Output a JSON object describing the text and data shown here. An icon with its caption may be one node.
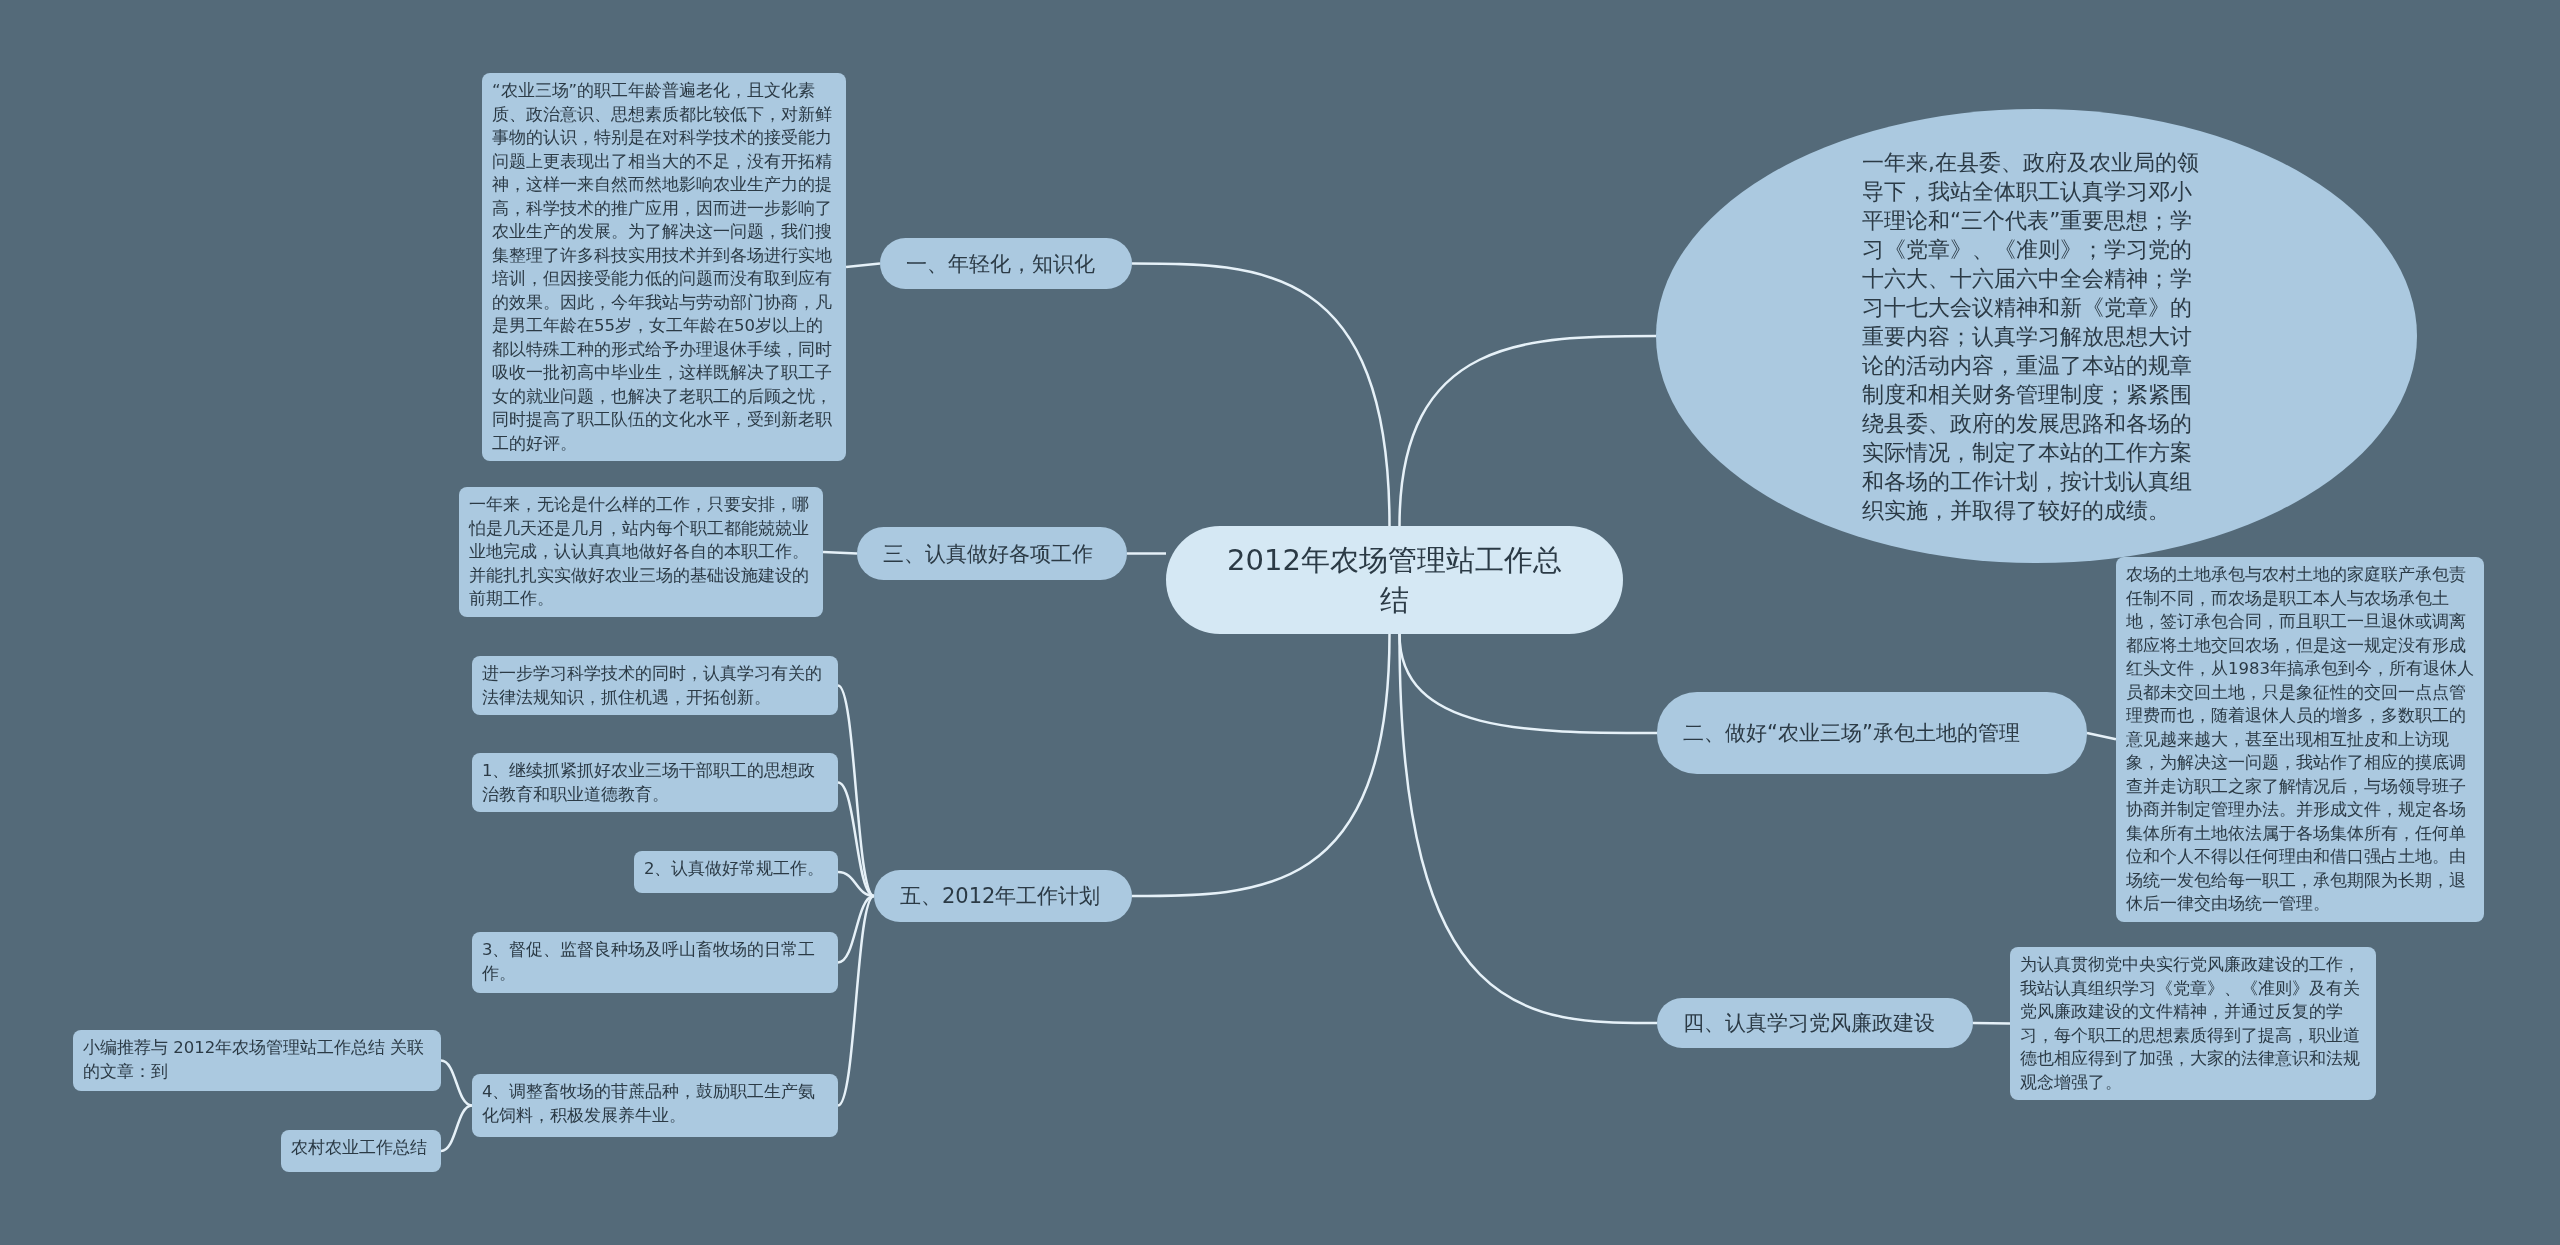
{
  "diagram": {
    "nodes": [
      {
        "text": [
          "2012年农场管理站工作总结"
        ]
      },
      {
        "text": [
          "一、年轻化，知识化"
        ]
      },
      {
        "text": [
          "“农业三场”的职工年龄普遍老化，且文化素质、政治意识、思想素质都比较低下，对新鲜事物的认识，特别是在对科学技术的接受能力问题上更表现出了相当大的不足，没有开拓精神，这样一来自然而然地影响农业生产力的提高，科学技术的推广应用，因而进一步影响了农业生产的发展。为了解决这一问题，我们搜集整理了许多科技实用技术并到各场进行实地培训，但因接受能力低的问题而没有取到应有的效果。因此，今年我站与劳动部门协商，凡是男工年龄在55岁，女工年龄在50岁以上的都以特殊工种的形式给予办理退休手续，同时吸收一批初高中毕业生，这样既解决了职工子女的就业问题，也解决了老职工的后顾之忧，同时提高了职工队伍的文化水平，受到新老职工的好评。"
        ]
      },
      {
        "text": [
          "三、认真做好各项工作"
        ]
      },
      {
        "text": [
          "一年来，无论是什么样的工作，只要安排，哪怕是几天还是几月，站内每个职工都能兢兢业业地完成，认认真真地做好各自的本职工作。并能扎扎实实做好农业三场的基础设施建设的前期工作。"
        ]
      },
      {
        "text": [
          "五、2012年工作计划"
        ]
      },
      {
        "text": [
          "进一步学习科学技术的同时，认真学习有关的法律法规知识，抓住机遇，开拓创新。"
        ]
      },
      {
        "text": [
          "1、继续抓紧抓好农业三场干部职工的思想政治教育和职业道德教育。"
        ]
      },
      {
        "text": [
          "2、认真做好常规工作。"
        ]
      },
      {
        "text": [
          "3、督促、监督良种场及呼山畜牧场的日常工作。"
        ]
      },
      {
        "text": [
          "4、调整畜牧场的苷蔗品种，鼓励职工生产氨化饲料，积极发展养牛业。"
        ]
      },
      {
        "text": [
          "小编推荐与 2012年农场管理站工作总结 关联的文章：到"
        ]
      },
      {
        "text": [
          "农村农业工作总结"
        ]
      },
      {
        "text": [
          "一年来,在县委、政府及农业局的领导下，我站全体职工认真学习邓小平理论和“三个代表”重要思想；学习《党章》、《准则》；学习党的十六大、十六届六中全会精神；学习十七大会议精神和新《党章》的重要内容；认真学习解放思想大讨论的活动内容，重温了本站的规章制度和相关财务管理制度；紧紧围绕县委、政府的发展思路和各场的实际情况，制定了本站的工作方案和各场的工作计划，按计划认真组织实施，并取得了较好的成绩。"
        ]
      },
      {
        "text": [
          "二、做好“农业三场”承包土地的管理"
        ]
      },
      {
        "text": [
          "农场的土地承包与农村土地的家庭联产承包责任制不同，而农场是职工本人与农场承包土地，签订承包合同，而且职工一旦退休或调离都应将土地交回农场，但是这一规定没有形成红头文件，从1983年搞承包到今，所有退休人员都未交回土地，只是象征性的交回一点点管理费而也，随着退休人员的增多，多数职工的意见越来越大，甚至出现相互扯皮和上访现象，为解决这一问题，我站作了相应的摸底调查并走访职工之家了解情况后，与场领导班子协商并制定管理办法。并形成文件，规定各场集体所有土地依法属于各场集体所有，任何单位和个人不得以任何理由和借口强占土地。由场统一发包给每一职工，承包期限为长期，退休后一律交由场统一管理。"
        ]
      },
      {
        "text": [
          "四、认真学习党风廉政建设"
        ]
      },
      {
        "text": [
          "为认真贯彻党中央实行党风廉政建设的工作，我站认真组织学习《党章》、《准则》及有关党风廉政建设的文件精神，并通过反复的学习，每个职工的思想素质得到了提高，职业道德也相应得到了加强，大家的法律意识和法规观念增强了。"
        ]
      }
    ],
    "edges": [
      {
        "from": 0,
        "to": 1,
        "arrow": "none"
      },
      {
        "from": 1,
        "to": 2,
        "arrow": "none"
      },
      {
        "from": 0,
        "to": 3,
        "arrow": "none"
      },
      {
        "from": 3,
        "to": 4,
        "arrow": "none"
      },
      {
        "from": 0,
        "to": 5,
        "arrow": "none"
      },
      {
        "from": 5,
        "to": 6,
        "arrow": "none"
      },
      {
        "from": 5,
        "to": 7,
        "arrow": "none"
      },
      {
        "from": 5,
        "to": 8,
        "arrow": "none"
      },
      {
        "from": 5,
        "to": 9,
        "arrow": "none"
      },
      {
        "from": 5,
        "to": 10,
        "arrow": "none"
      },
      {
        "from": 10,
        "to": 11,
        "arrow": "none"
      },
      {
        "from": 10,
        "to": 12,
        "arrow": "none"
      },
      {
        "from": 0,
        "to": 13,
        "arrow": "none"
      },
      {
        "from": 0,
        "to": 14,
        "arrow": "none"
      },
      {
        "from": 14,
        "to": 15,
        "arrow": "none"
      },
      {
        "from": 0,
        "to": 16,
        "arrow": "none"
      },
      {
        "from": 16,
        "to": 17,
        "arrow": "none"
      }
    ]
  }
}
